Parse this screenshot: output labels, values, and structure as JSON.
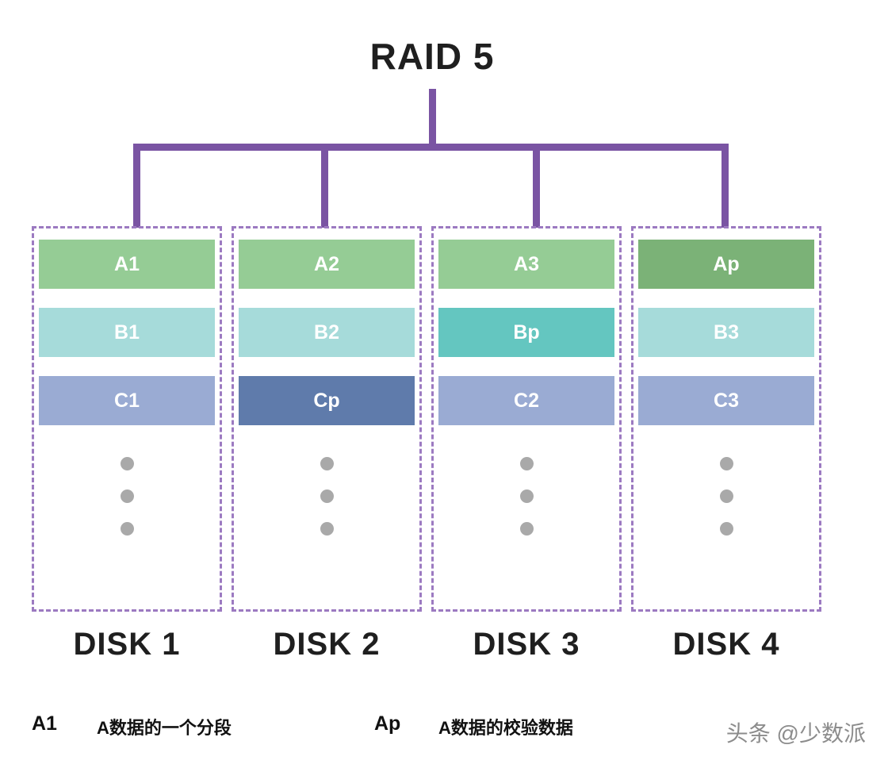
{
  "title": "RAID 5",
  "colors": {
    "connector": "#7a54a3",
    "dashed_border": "#9c7ac1",
    "dot": "#a9a9a9",
    "block_label_text": "#ffffff"
  },
  "disks": [
    {
      "label": "DISK 1",
      "blocks": [
        {
          "label": "A1",
          "color": "#95cc95"
        },
        {
          "label": "B1",
          "color": "#a6dbda"
        },
        {
          "label": "C1",
          "color": "#9aabd3"
        }
      ]
    },
    {
      "label": "DISK 2",
      "blocks": [
        {
          "label": "A2",
          "color": "#95cc95"
        },
        {
          "label": "B2",
          "color": "#a6dbda"
        },
        {
          "label": "Cp",
          "color": "#5f7bab"
        }
      ]
    },
    {
      "label": "DISK 3",
      "blocks": [
        {
          "label": "A3",
          "color": "#95cc95"
        },
        {
          "label": "Bp",
          "color": "#64c6c0"
        },
        {
          "label": "C2",
          "color": "#9aabd3"
        }
      ]
    },
    {
      "label": "DISK 4",
      "blocks": [
        {
          "label": "Ap",
          "color": "#7bb277"
        },
        {
          "label": "B3",
          "color": "#a6dbda"
        },
        {
          "label": "C3",
          "color": "#9aabd3"
        }
      ]
    }
  ],
  "legend": [
    {
      "symbol": "A1",
      "text": "A数据的一个分段"
    },
    {
      "symbol": "Ap",
      "text": "A数据的校验数据"
    }
  ],
  "watermark": "头条 @少数派"
}
